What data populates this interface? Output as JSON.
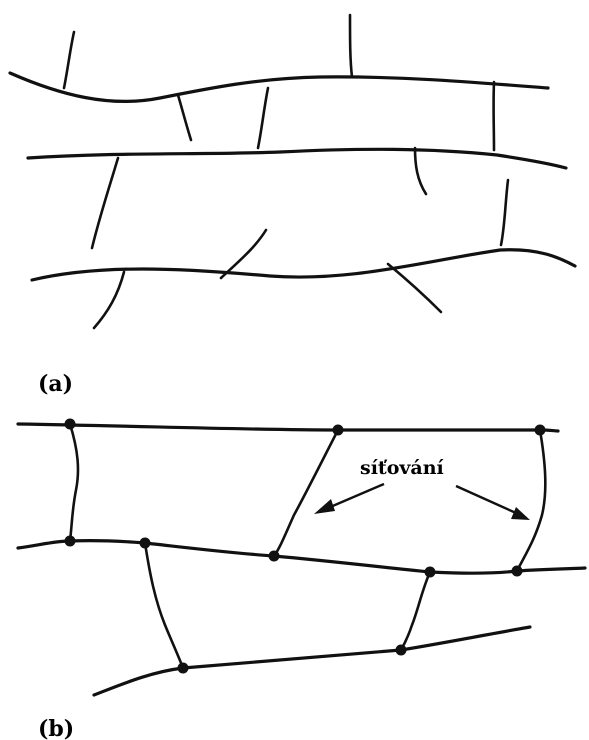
{
  "figure": {
    "panel_a_label": "(a)",
    "panel_b_label": "(b)",
    "annotation_label": "síťování"
  }
}
